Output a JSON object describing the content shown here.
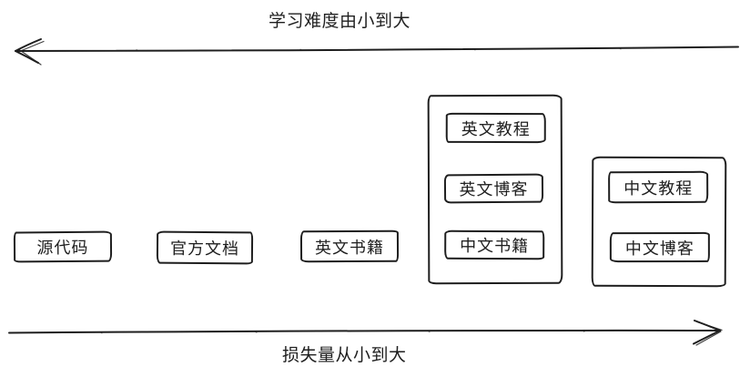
{
  "diagram": {
    "axes": {
      "top": {
        "label": "学习难度由小到大",
        "direction": "left"
      },
      "bottom": {
        "label": "损失量从小到大",
        "direction": "right"
      }
    },
    "standalone_boxes": [
      {
        "id": "source-code",
        "label": "源代码"
      },
      {
        "id": "official-docs",
        "label": "官方文档"
      },
      {
        "id": "english-books",
        "label": "英文书籍"
      }
    ],
    "groups": [
      {
        "id": "group-middle",
        "items": [
          {
            "id": "english-tutorials",
            "label": "英文教程"
          },
          {
            "id": "english-blogs",
            "label": "英文博客"
          },
          {
            "id": "chinese-books",
            "label": "中文书籍"
          }
        ]
      },
      {
        "id": "group-right",
        "items": [
          {
            "id": "chinese-tutorials",
            "label": "中文教程"
          },
          {
            "id": "chinese-blogs",
            "label": "中文博客"
          }
        ]
      }
    ],
    "colors": {
      "stroke": "#1e1e1e",
      "background": "#ffffff"
    }
  }
}
